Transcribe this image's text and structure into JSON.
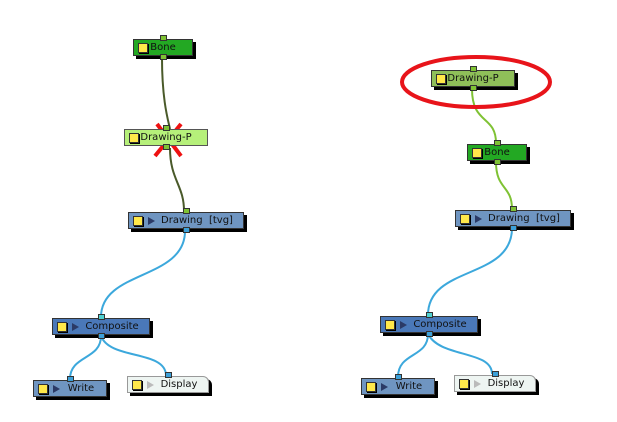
{
  "left_graph": {
    "nodes": {
      "bone": "Bone",
      "drawing_p": "Drawing-P",
      "drawing": "Drawing  [tvg]",
      "composite": "Composite",
      "write": "Write",
      "display": "Display"
    },
    "removed_marker": "red-x-icon"
  },
  "right_graph": {
    "nodes": {
      "drawing_p": "Drawing-P",
      "bone": "Bone",
      "drawing": "Drawing  [tvg]",
      "composite": "Composite",
      "write": "Write",
      "display": "Display"
    },
    "highlight": "red-ellipse"
  },
  "colors": {
    "bone": "#23a823",
    "drawing_p": "#8fbf59",
    "drawing": "#6f95c1",
    "composite": "#4a78b8",
    "cable_green": "#7fc234",
    "cable_dark": "#4a5a2a",
    "cable_blue": "#3ca8dc",
    "highlight": "#e8141a"
  }
}
